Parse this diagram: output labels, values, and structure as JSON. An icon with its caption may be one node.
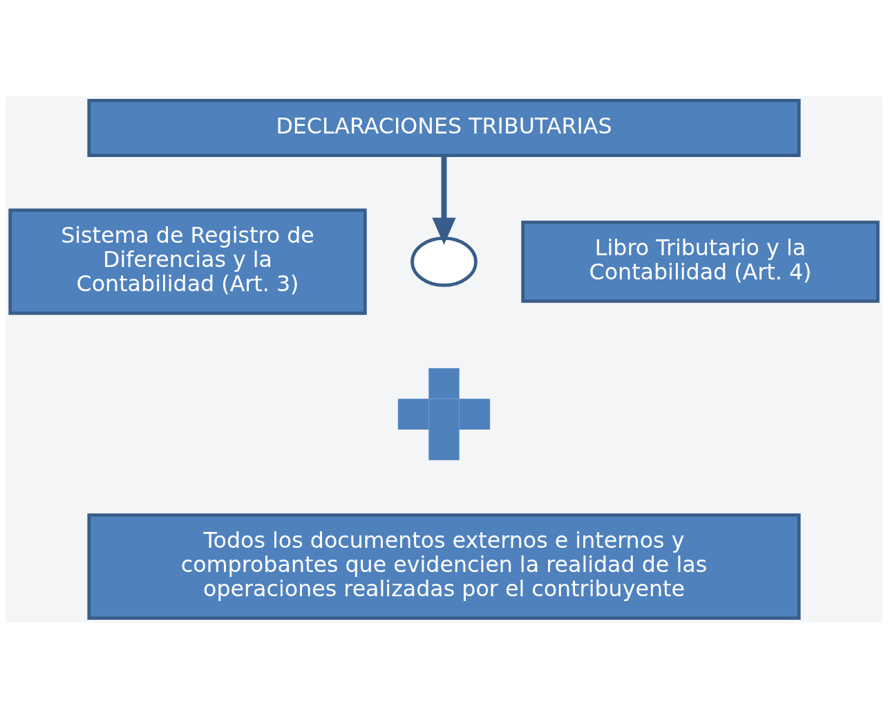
{
  "diagram": {
    "nodes": [
      {
        "text": [
          "DECLARACIONES TRIBUTARIAS"
        ]
      },
      {
        "text": [
          "Sistema de Registro de Diferencias y la Contabilidad (Art. 3)"
        ]
      },
      {
        "text": [],
        "shape": "circle"
      },
      {
        "text": [
          "Libro Tributario y la Contabilidad (Art. 4)"
        ]
      },
      {
        "text": [],
        "shape": "plus"
      },
      {
        "text": [
          "Todos los documentos externos e internos y comprobantes que evidencien la realidad de las operaciones realizadas por el contribuyente"
        ]
      }
    ],
    "edges": [
      {
        "from": 0,
        "to": 2,
        "arrow": "to"
      }
    ]
  }
}
